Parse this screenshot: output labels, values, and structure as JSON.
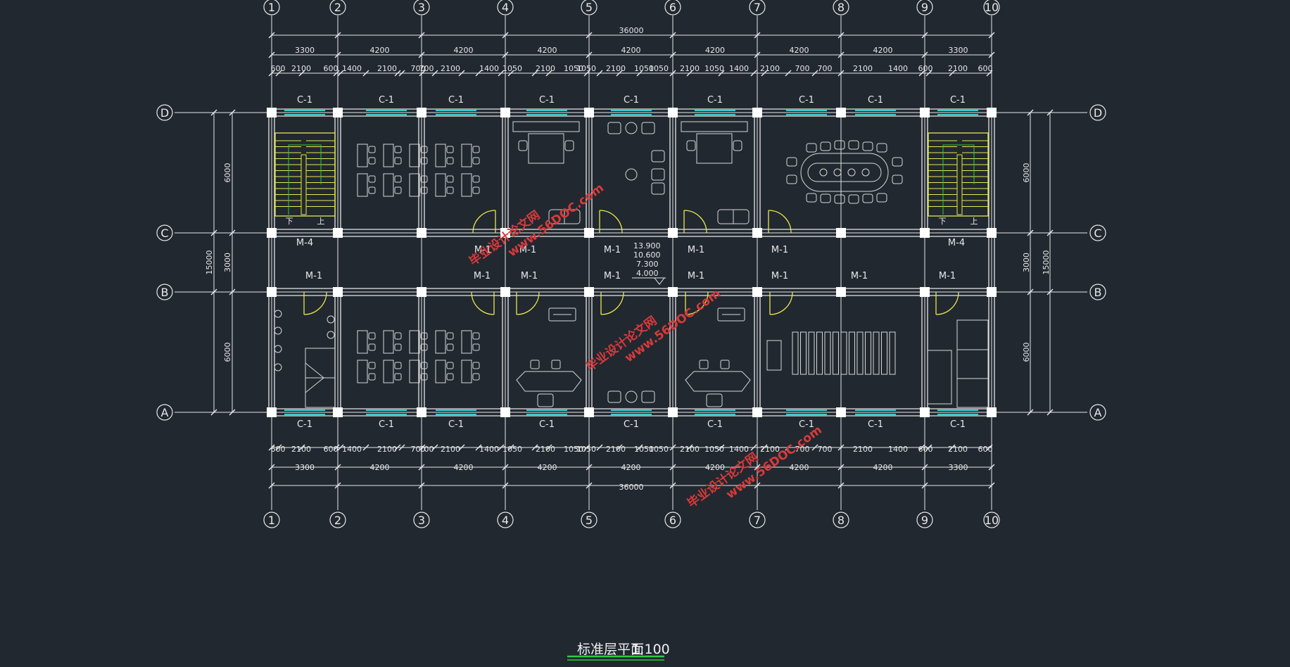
{
  "dims": {
    "overall_top": "36000",
    "overall_bottom": "36000",
    "bay_top": [
      "3300",
      "4200",
      "4200",
      "4200",
      "4200",
      "4200",
      "4200",
      "4200",
      "3300"
    ],
    "bay_bottom": [
      "3300",
      "4200",
      "4200",
      "4200",
      "4200",
      "4200",
      "4200",
      "4200",
      "3300"
    ],
    "detail_top": [
      "600",
      "2100",
      "600",
      "1400",
      "2100",
      "700",
      "700",
      "2100",
      "1400",
      "1050",
      "2100",
      "1050",
      "1050",
      "2100",
      "1050",
      "1050",
      "2100",
      "1050",
      "1400",
      "2100",
      "700",
      "700",
      "2100",
      "1400",
      "600",
      "2100",
      "600"
    ],
    "detail_bottom": [
      "600",
      "2100",
      "600",
      "1400",
      "2100",
      "700",
      "700",
      "2100",
      "1400",
      "1050",
      "2100",
      "1050",
      "1050",
      "2100",
      "1050",
      "1050",
      "2100",
      "1050",
      "1400",
      "2100",
      "700",
      "700",
      "2100",
      "1400",
      "600",
      "2100",
      "600"
    ],
    "left_rows": [
      "6000",
      "3000",
      "6000"
    ],
    "left_total": "15000",
    "right_rows": [
      "6000",
      "3000",
      "6000"
    ],
    "right_total": "15000"
  },
  "axes": {
    "cols_top": [
      "1",
      "2",
      "3",
      "4",
      "5",
      "6",
      "7",
      "8",
      "9",
      "10"
    ],
    "cols_bottom": [
      "1",
      "2",
      "3",
      "4",
      "5",
      "6",
      "7",
      "8",
      "9",
      "10"
    ],
    "rows_left": [
      "D",
      "C",
      "B",
      "A"
    ],
    "rows_right": [
      "D",
      "C",
      "B",
      "A"
    ]
  },
  "labels": {
    "window_top": [
      "C-1",
      "C-1",
      "C-1",
      "C-1",
      "C-1",
      "C-1",
      "C-1",
      "C-1",
      "C-1"
    ],
    "window_bottom": [
      "C-1",
      "C-1",
      "C-1",
      "C-1",
      "C-1",
      "C-1",
      "C-1",
      "C-1",
      "C-1"
    ],
    "m4": [
      "M-4",
      "M-4"
    ],
    "m1_upper": [
      "M-1",
      "M-1",
      "M-1",
      "M-1",
      "M-1",
      "M-1"
    ],
    "m1_lower": [
      "M-1",
      "M-1",
      "M-1",
      "M-1",
      "M-1",
      "M-1",
      "M-1"
    ],
    "elevations": [
      "13.900",
      "10.600",
      "7.300",
      "4.000"
    ],
    "stair_down": [
      "下",
      "下"
    ],
    "stair_up": [
      "上",
      "上"
    ]
  },
  "watermarks": [
    {
      "cn": "毕业设计论文网",
      "url": "www.56DOC.com"
    },
    {
      "cn": "毕业设计论文网",
      "url": "www.56DOC.com"
    },
    {
      "cn": "毕业设计论文网",
      "url": "www.56DOC.com"
    }
  ],
  "title": {
    "text": "标准层平面",
    "scale": "1:100"
  },
  "colors": {
    "background": "#212830",
    "line": "#e8e8e8",
    "window": "#3fc9c9",
    "door": "#e8e84a",
    "stair": "#e8e84a",
    "stair_arrow": "#2ecc40",
    "watermark": "#d93a3a",
    "title_underline": "#2ecc40"
  }
}
